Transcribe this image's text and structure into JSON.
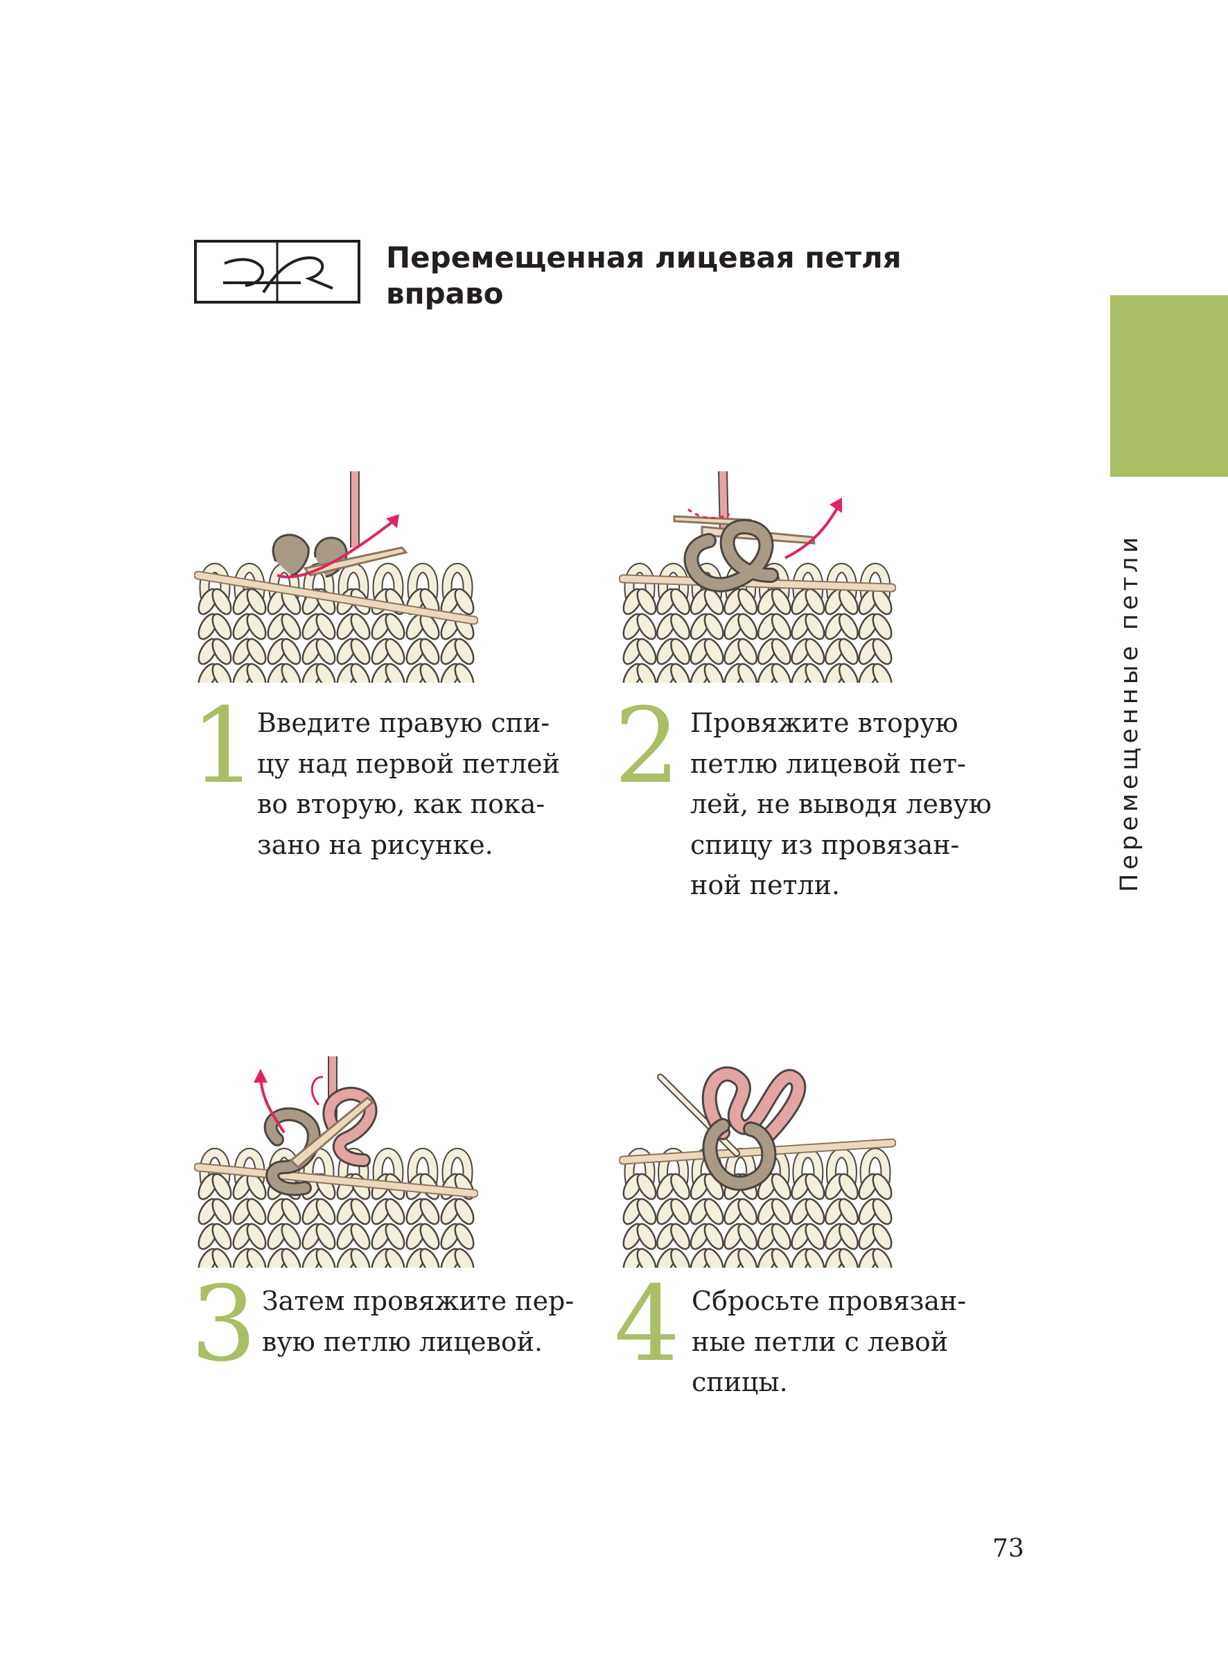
{
  "colors": {
    "accent_green": "#a9be65",
    "yarn_cream": "#f4efdc",
    "yarn_outline": "#4a4540",
    "yarn_taupe": "#a99a87",
    "yarn_pink": "#e3a4a4",
    "arrow_red": "#e0245e",
    "needle_wood": "#ecd9bd",
    "text": "#231f20"
  },
  "header": {
    "symbol_icon": "right-cross-stitch-symbol",
    "title_lines": [
      "Перемещенная лицевая петля",
      "вправо"
    ]
  },
  "side_tab": {
    "label": "Перемещенные петли"
  },
  "steps": [
    {
      "number": "1",
      "lines": [
        "Введите правую спи-",
        "цу над первой петлей",
        "во вторую, как пока-",
        "зано на рисунке."
      ],
      "illustration": "knit-step-1-insert-needle"
    },
    {
      "number": "2",
      "lines": [
        "Провяжите вторую",
        "петлю лицевой пет-",
        "лей, не выводя левую",
        "спицу из провязан-",
        "ной петли."
      ],
      "illustration": "knit-step-2-knit-second-stitch"
    },
    {
      "number": "3",
      "lines": [
        "Затем провяжите пер-",
        "вую петлю лицевой."
      ],
      "illustration": "knit-step-3-knit-first-stitch"
    },
    {
      "number": "4",
      "lines": [
        "Сбросьте провязан-",
        "ные петли с левой",
        "спицы."
      ],
      "illustration": "knit-step-4-drop-stitches"
    }
  ],
  "page_number": "73"
}
